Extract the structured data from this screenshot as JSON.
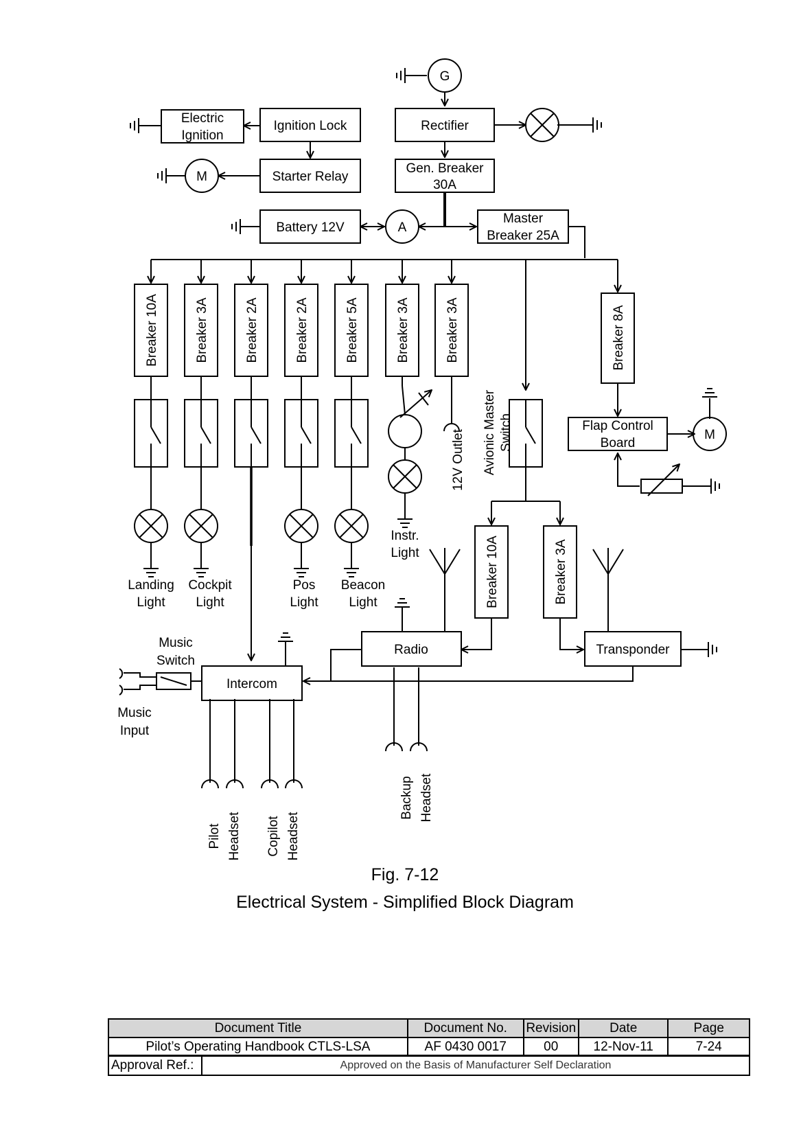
{
  "diagram": {
    "nodes": {
      "generator": "G",
      "electric_ignition": [
        "Electric",
        "Ignition"
      ],
      "ignition_lock": "Ignition Lock",
      "rectifier": "Rectifier",
      "starter_relay": "Starter Relay",
      "starter_motor": "M",
      "gen_breaker": [
        "Gen. Breaker",
        "30A"
      ],
      "battery": "Battery 12V",
      "ammeter": "A",
      "master_breaker": [
        "Master",
        "Breaker 25A"
      ],
      "breakers": [
        "Breaker 10A",
        "Breaker 3A",
        "Breaker 2A",
        "Breaker 2A",
        "Breaker 5A",
        "Breaker 3A",
        "Breaker 3A"
      ],
      "breaker_flap": "Breaker 8A",
      "flap_control_board": [
        "Flap Control",
        "Board"
      ],
      "flap_motor": "M",
      "avionic_master_switch": [
        "Avionic Master",
        "Switch"
      ],
      "outlet_12v": "12V Outlet",
      "instr_light": [
        "Instr.",
        "Light"
      ],
      "landing_light": [
        "Landing",
        "Light"
      ],
      "cockpit_light": [
        "Cockpit",
        "Light"
      ],
      "pos_light": [
        "Pos",
        "Light"
      ],
      "beacon_light": [
        "Beacon",
        "Light"
      ],
      "breaker_radio": "Breaker 10A",
      "breaker_transponder": "Breaker 3A",
      "radio": "Radio",
      "transponder": "Transponder",
      "intercom": "Intercom",
      "music_switch": [
        "Music",
        "Switch"
      ],
      "music_input": [
        "Music",
        "Input"
      ],
      "pilot_headset": [
        "Pilot",
        "Headset"
      ],
      "copilot_headset": [
        "Copilot",
        "Headset"
      ],
      "backup_headset": [
        "Backup",
        "Headset"
      ]
    },
    "edges": [
      {
        "from": "generator",
        "to": "rectifier"
      },
      {
        "from": "rectifier",
        "to": "warning-lamp"
      },
      {
        "from": "rectifier",
        "to": "gen_breaker"
      },
      {
        "from": "ignition_lock",
        "to": "electric_ignition"
      },
      {
        "from": "ignition_lock",
        "to": "starter_relay"
      },
      {
        "from": "starter_relay",
        "to": "starter_motor"
      },
      {
        "from": "gen_breaker",
        "to": "master_breaker"
      },
      {
        "from": "ammeter",
        "to": "battery"
      },
      {
        "from": "master_breaker",
        "to": "breakers"
      },
      {
        "from": "master_breaker",
        "to": "avionic_master_switch"
      },
      {
        "from": "master_breaker",
        "to": "breaker_flap"
      },
      {
        "from": "breaker_flap",
        "to": "flap_control_board"
      },
      {
        "from": "flap_control_board",
        "to": "flap_motor"
      },
      {
        "from": "avionic_master_switch",
        "to": "breaker_radio"
      },
      {
        "from": "avionic_master_switch",
        "to": "breaker_transponder"
      },
      {
        "from": "breaker_radio",
        "to": "radio"
      },
      {
        "from": "breaker_transponder",
        "to": "transponder"
      },
      {
        "from": "radio",
        "to": "intercom"
      },
      {
        "from": "transponder",
        "to": "intercom"
      },
      {
        "from": "breakers",
        "to": "intercom"
      },
      {
        "from": "music_switch",
        "to": "intercom"
      }
    ]
  },
  "caption": {
    "fig": "Fig. 7-12",
    "title": "Electrical System - Simplified Block Diagram"
  },
  "footer": {
    "headers": [
      "Document Title",
      "Document No.",
      "Revision",
      "Date",
      "Page"
    ],
    "values": [
      "Pilot’s Operating Handbook CTLS-LSA",
      "AF 0430 0017",
      "00",
      "12-Nov-11",
      "7-24"
    ],
    "approval_label": "Approval Ref.:",
    "approval_text": "Approved on the Basis of Manufacturer Self Declaration"
  }
}
